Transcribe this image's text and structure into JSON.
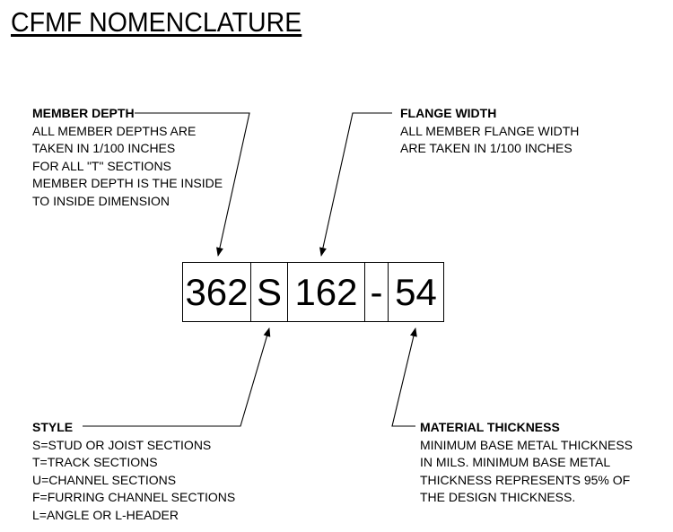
{
  "title": "CFMF NOMENCLATURE",
  "code_parts": [
    "362",
    "S",
    "162",
    "-",
    "54"
  ],
  "notes": {
    "member_depth": {
      "heading": "MEMBER DEPTH",
      "lines": [
        "ALL MEMBER DEPTHS ARE",
        "TAKEN IN 1/100 INCHES",
        "FOR ALL \"T\" SECTIONS",
        "MEMBER DEPTH IS THE INSIDE",
        "TO INSIDE DIMENSION"
      ]
    },
    "flange_width": {
      "heading": "FLANGE WIDTH",
      "lines": [
        "ALL MEMBER FLANGE WIDTH",
        "ARE TAKEN IN 1/100 INCHES"
      ]
    },
    "style": {
      "heading": "STYLE",
      "lines": [
        "S=STUD OR JOIST SECTIONS",
        "T=TRACK SECTIONS",
        "U=CHANNEL SECTIONS",
        "F=FURRING CHANNEL SECTIONS",
        "L=ANGLE OR L-HEADER"
      ]
    },
    "material_thickness": {
      "heading": "MATERIAL THICKNESS",
      "lines": [
        "MINIMUM BASE METAL THICKNESS",
        "IN MILS.  MINIMUM BASE METAL",
        "THICKNESS REPRESENTS 95% OF",
        "THE DESIGN THICKNESS."
      ]
    }
  }
}
